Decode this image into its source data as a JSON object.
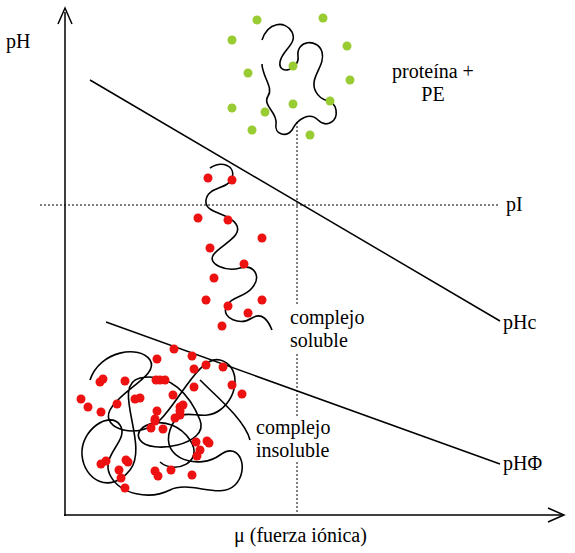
{
  "diagram": {
    "labels": [
      "pH",
      "proteína + PE",
      "pI",
      "complejo soluble",
      "pHc",
      "complejo insoluble",
      "pHΦ",
      "μ (fuerza iónica)"
    ]
  }
}
